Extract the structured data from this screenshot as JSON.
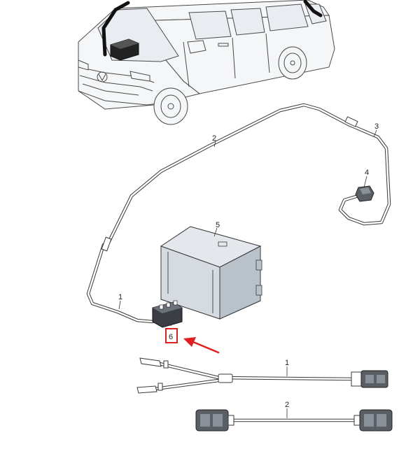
{
  "callouts": {
    "c1_upper": "1",
    "c2_upper": "2",
    "c3": "3",
    "c4": "4",
    "c5": "5",
    "c6": "6",
    "c1_lower": "1",
    "c2_lower": "2"
  },
  "colors": {
    "highlight_box": "#e02020",
    "arrow": "#e02020",
    "line_art": "#3a3a3a",
    "module_fill": "#cfd6dd"
  },
  "icons": {
    "vehicle": "van-illustration",
    "indicator": "red-arrow-icon"
  }
}
